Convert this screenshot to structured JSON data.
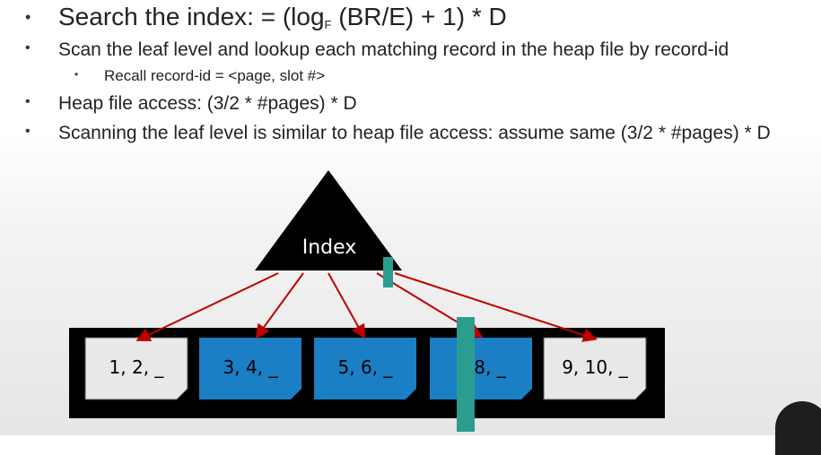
{
  "bullets": {
    "b1_prefix": "Search the index: = (log",
    "b1_sub": "F",
    "b1_suffix": " (BR/E) + 1) * D",
    "b2": "Scan the leaf level and lookup each matching record in the heap file by record-id",
    "b3": "Recall record-id = <page, slot #>",
    "b4": "Heap file access: (3/2 * #pages) * D",
    "b5": "Scanning the leaf level is similar to heap file access: assume same (3/2 * #pages) * D",
    "bullet_glyph": "•"
  },
  "diagram": {
    "index_label": "Index",
    "pages": [
      {
        "label": "1, 2, _",
        "color": "#e8e8e8"
      },
      {
        "label": "3, 4, _",
        "color": "#1a7fc4"
      },
      {
        "label": "5, 6, _",
        "color": "#1a7fc4"
      },
      {
        "label": "8, _",
        "color": "#1a7fc4"
      },
      {
        "label": "9, 10, _",
        "color": "#e8e8e8"
      }
    ],
    "arrow_color": "#c00000",
    "marker_color": "#2a9d8f"
  }
}
